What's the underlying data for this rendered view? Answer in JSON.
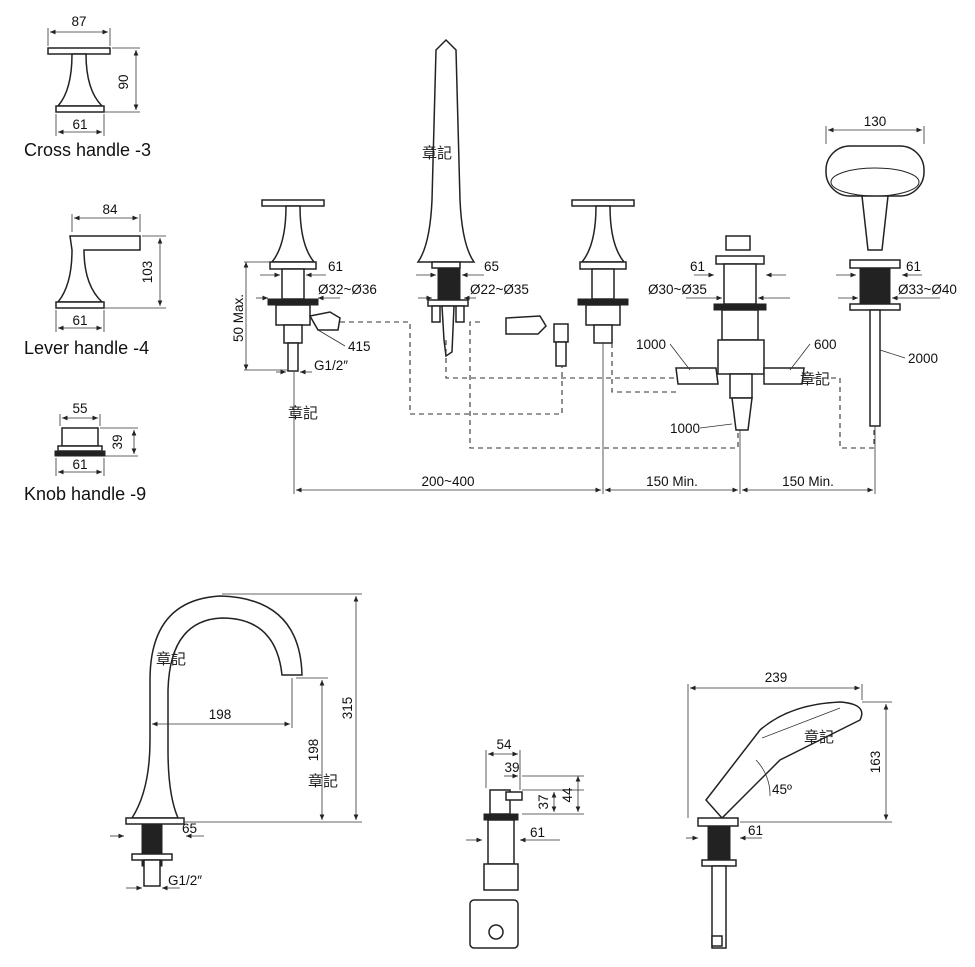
{
  "handles": [
    {
      "name": "Cross handle -3",
      "width": "87",
      "height": "90",
      "base": "61"
    },
    {
      "name": "Lever handle -4",
      "width": "84",
      "height": "103",
      "base": "61"
    },
    {
      "name": "Knob handle -9",
      "width": "55",
      "height": "39",
      "base": "61"
    }
  ],
  "assembly": {
    "cross_left_base": "61",
    "cross_left_dia": "Ø32~Ø36",
    "height_max": "50 Max.",
    "hose_415": "415",
    "thread": "G1/2″",
    "spout_base": "65",
    "spout_dia": "Ø22~Ø35",
    "diverter_base": "61",
    "diverter_dia": "Ø30~Ø35",
    "hose_1000_a": "1000",
    "hose_600": "600",
    "hose_1000_b": "1000",
    "handshower_width": "130",
    "handshower_base": "61",
    "handshower_dia": "Ø33~Ø40",
    "handshower_hose": "2000",
    "span_1": "200~400",
    "span_2": "150 Min.",
    "span_3": "150 Min."
  },
  "spout": {
    "height": "315",
    "reach": "198",
    "outlet_height": "198",
    "base": "65",
    "thread": "G1/2″"
  },
  "diverter": {
    "width_total": "54",
    "width_handle": "39",
    "h1": "37",
    "h2": "44",
    "base": "61"
  },
  "handshower": {
    "length": "239",
    "height": "163",
    "angle": "45º",
    "base": "61"
  },
  "watermark": "章記"
}
